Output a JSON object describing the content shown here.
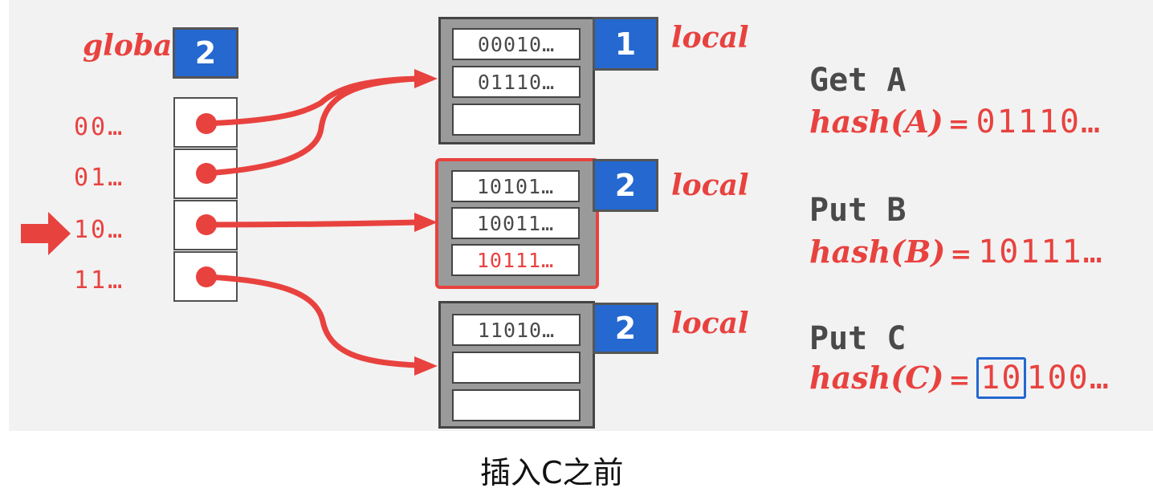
{
  "global": {
    "label": "global",
    "depth": "2"
  },
  "directory": {
    "entries": [
      {
        "prefix": "00…",
        "arrow": false
      },
      {
        "prefix": "01…",
        "arrow": false
      },
      {
        "prefix": "10…",
        "arrow": true
      },
      {
        "prefix": "11…",
        "arrow": false
      }
    ]
  },
  "buckets": [
    {
      "local_label": "local",
      "local_depth": "1",
      "slots": [
        "00010…",
        "01110…",
        ""
      ],
      "highlighted": false
    },
    {
      "local_label": "local",
      "local_depth": "2",
      "slots": [
        "10101…",
        "10011…",
        "10111…"
      ],
      "highlighted": true,
      "new_slot": 2
    },
    {
      "local_label": "local",
      "local_depth": "2",
      "slots": [
        "11010…",
        "",
        ""
      ],
      "highlighted": false
    }
  ],
  "operations": [
    {
      "title": "Get A",
      "hash_fn": "hash(A)",
      "equals": "=",
      "value": "01110…"
    },
    {
      "title": "Put B",
      "hash_fn": "hash(B)",
      "equals": "=",
      "value": "10111…"
    },
    {
      "title": "Put C",
      "hash_fn": "hash(C)",
      "equals": "=",
      "value_prefix": "10",
      "value_rest": "100…"
    }
  ],
  "caption": "插入C之前",
  "colors": {
    "accent_red": "#e8423f",
    "depth_blue": "#2468d0",
    "text_gray": "#4a4a4a",
    "panel_bg": "#f2f2f2"
  },
  "icons": {
    "current_entry": "right-arrow-icon"
  }
}
